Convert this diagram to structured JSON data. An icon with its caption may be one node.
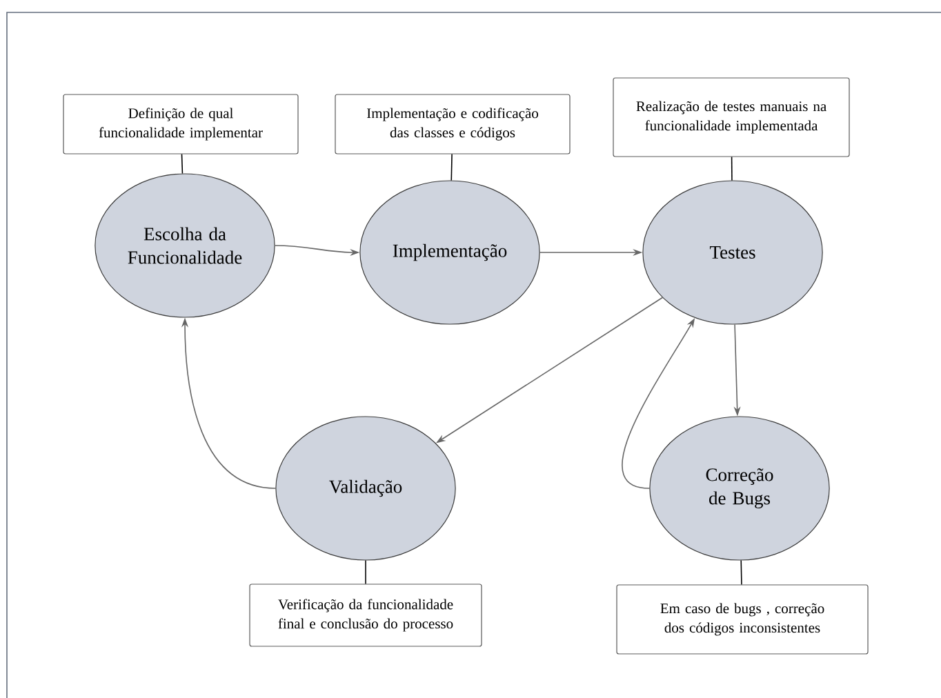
{
  "diagram": {
    "nodes": [
      {
        "text": [
          "Definição de qual funcionalidade implementar"
        ]
      },
      {
        "text": [
          "Implementação e codificação das classes e códigos"
        ]
      },
      {
        "text": [
          "Realização de testes manuais na funcionalidade implementada"
        ]
      },
      {
        "text": [
          "Escolha da Funcionalidade"
        ]
      },
      {
        "text": [
          "Implementação"
        ]
      },
      {
        "text": [
          "Testes"
        ]
      },
      {
        "text": [
          "Validação"
        ]
      },
      {
        "text": [
          "Correção de Bugs"
        ]
      },
      {
        "text": [
          "Verificação da funcionalidade final e conclusão do processo"
        ]
      },
      {
        "text": [
          "Em caso de bugs , correção dos códigos inconsistentes"
        ]
      }
    ],
    "edges": [
      {
        "from": 0,
        "to": 3,
        "arrow": "none",
        "color": "#000000"
      },
      {
        "from": 1,
        "to": 4,
        "arrow": "none",
        "color": "#000000"
      },
      {
        "from": 2,
        "to": 5,
        "arrow": "none",
        "color": "#000000"
      },
      {
        "from": 3,
        "to": 4,
        "arrow": "to"
      },
      {
        "from": 4,
        "to": 5,
        "arrow": "to"
      },
      {
        "from": 5,
        "to": 6,
        "arrow": "to"
      },
      {
        "from": 5,
        "to": 7,
        "arrow": "to"
      },
      {
        "from": 7,
        "to": 5,
        "arrow": "to"
      },
      {
        "from": 6,
        "to": 3,
        "arrow": "to"
      },
      {
        "from": 6,
        "to": 8,
        "arrow": "none",
        "color": "#000000"
      },
      {
        "from": 7,
        "to": 9,
        "arrow": "none",
        "color": "#000000"
      }
    ]
  }
}
